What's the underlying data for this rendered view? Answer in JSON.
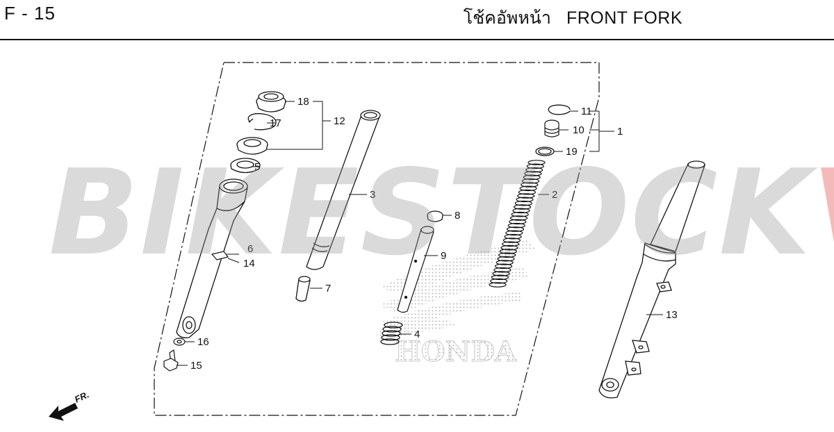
{
  "header": {
    "page_code": "F - 15",
    "title_thai": "โช้คอัพหน้า",
    "title_en": "FRONT FORK"
  },
  "watermark": {
    "text_a": "BIKESTOCK",
    "text_b": "VN",
    "color_a": "#9a9a9a",
    "color_b": "#e06060"
  },
  "background_logo": {
    "text": "HONDA"
  },
  "direction_indicator": {
    "label": "FR."
  },
  "callouts": [
    "18",
    "17",
    "12",
    "5",
    "6",
    "14",
    "16",
    "15",
    "3",
    "7",
    "8",
    "9",
    "4",
    "11",
    "10",
    "1",
    "19",
    "2",
    "13"
  ]
}
